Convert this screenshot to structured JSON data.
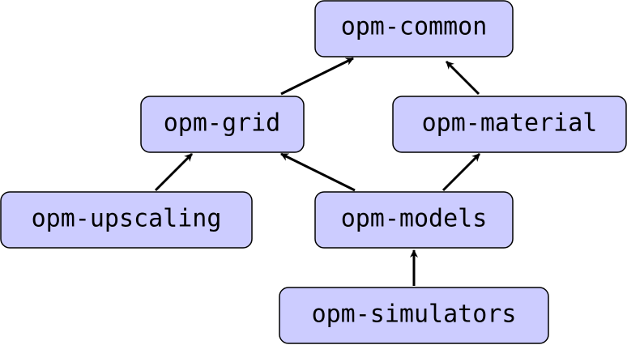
{
  "nodes": {
    "common": "opm-common",
    "grid": "opm-grid",
    "material": "opm-material",
    "upscaling": "opm-upscaling",
    "models": "opm-models",
    "simulators": "opm-simulators"
  },
  "edges": [
    {
      "from": "grid",
      "to": "common"
    },
    {
      "from": "material",
      "to": "common"
    },
    {
      "from": "upscaling",
      "to": "grid"
    },
    {
      "from": "models",
      "to": "grid"
    },
    {
      "from": "models",
      "to": "material"
    },
    {
      "from": "simulators",
      "to": "models"
    }
  ],
  "colors": {
    "node_fill": "#ccccff",
    "node_stroke": "#000000",
    "edge": "#000000"
  }
}
